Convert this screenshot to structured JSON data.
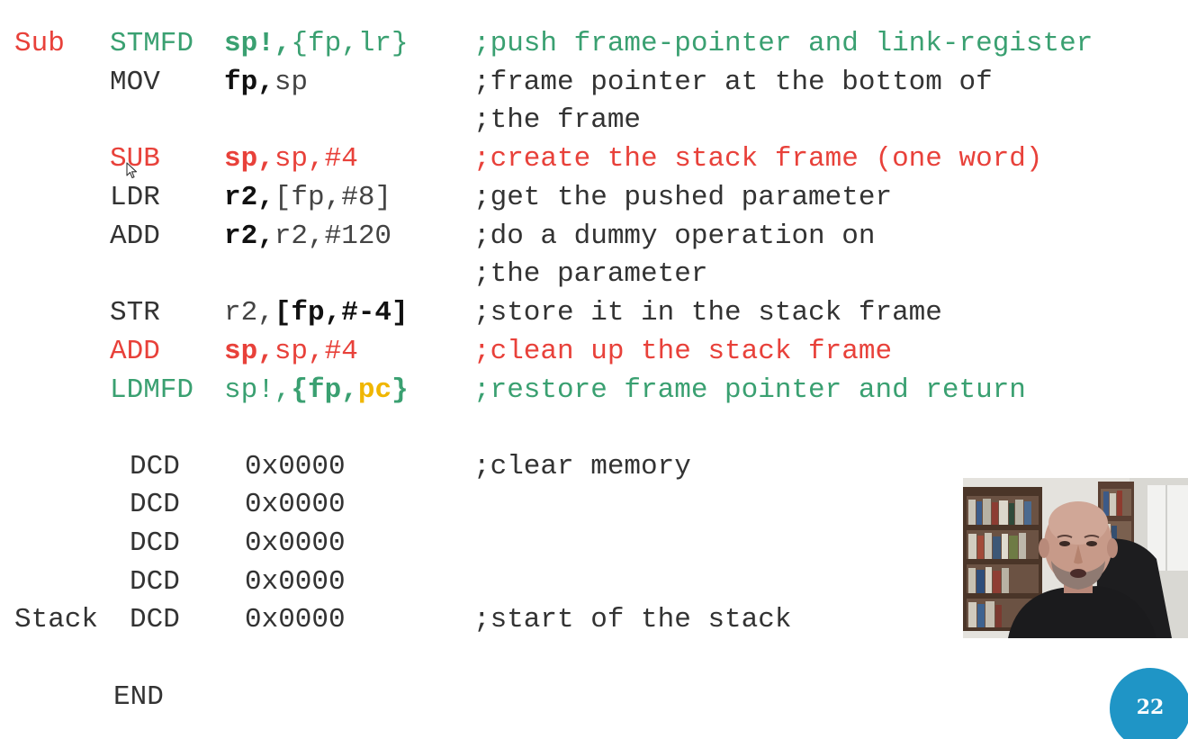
{
  "code": {
    "sub": {
      "label": "Sub",
      "op": "STMFD",
      "arg_a": "sp!,",
      "arg_b": "{fp,lr}",
      "comment": ";push frame-pointer and link-register"
    },
    "mov": {
      "op": "MOV",
      "arg_a": "fp,",
      "arg_b": "sp",
      "comment": ";frame pointer at the bottom of",
      "comment_cont": ";the frame"
    },
    "sub2": {
      "op": "SUB",
      "arg_a": "sp,",
      "arg_b": "sp,#4",
      "comment": ";create the stack frame (one word)"
    },
    "ldr": {
      "op": "LDR",
      "arg_a": "r2,",
      "arg_b": "[fp,#8]",
      "comment": ";get the pushed parameter"
    },
    "add": {
      "op": "ADD",
      "arg_a": "r2,",
      "arg_b": "r2,#120",
      "comment": ";do a dummy operation on",
      "comment_cont": ";the parameter"
    },
    "str": {
      "op": "STR",
      "arg_a": "r2,",
      "arg_b": "[fp,#-4]",
      "comment": ";store it in the stack frame"
    },
    "add2": {
      "op": "ADD",
      "arg_a": "sp,",
      "arg_b": "sp,#4",
      "comment": ";clean up the stack frame"
    },
    "ldmfd": {
      "op": "LDMFD",
      "arg_a": "sp!,",
      "arg_b": "{fp,",
      "arg_c": "pc",
      "arg_d": "}",
      "comment": ";restore frame pointer and return"
    },
    "dcd_rows": [
      {
        "label": "",
        "op": "DCD",
        "value": "0x0000",
        "comment": ";clear memory"
      },
      {
        "label": "",
        "op": "DCD",
        "value": "0x0000",
        "comment": ""
      },
      {
        "label": "",
        "op": "DCD",
        "value": "0x0000",
        "comment": ""
      },
      {
        "label": "",
        "op": "DCD",
        "value": "0x0000",
        "comment": ""
      },
      {
        "label": "Stack",
        "op": "DCD",
        "value": "0x0000",
        "comment": ";start of the stack"
      }
    ],
    "end": "END"
  },
  "slide_number": "22",
  "colors": {
    "red": "#e8413a",
    "green": "#3aa071",
    "orange": "#f0b600",
    "badge": "#1f95c6"
  },
  "icons": {
    "cursor": "mouse-pointer-icon",
    "webcam": "presenter-webcam-overlay"
  }
}
